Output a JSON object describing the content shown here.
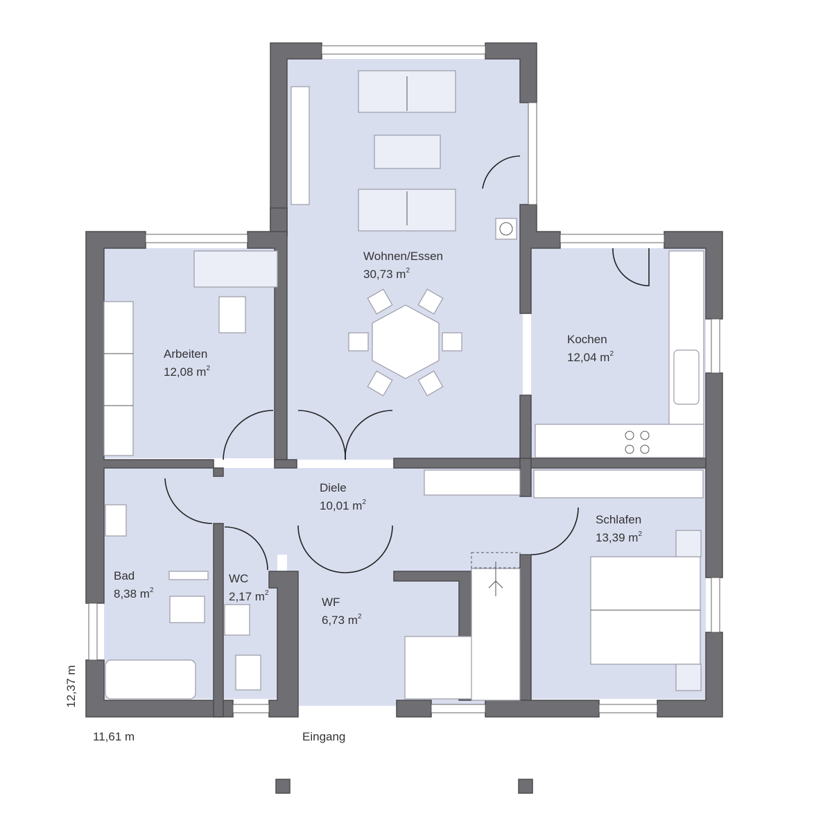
{
  "colors": {
    "floor": "#d9deef",
    "wall": "#6f6f73",
    "furniture": "#eceef7"
  },
  "rooms": [
    {
      "key": "wohnen",
      "label": "Wohnen/Essen",
      "area": "30,73 m",
      "unit_sup": "2"
    },
    {
      "key": "arbeiten",
      "label": "Arbeiten",
      "area": "12,08 m",
      "unit_sup": "2"
    },
    {
      "key": "kochen",
      "label": "Kochen",
      "area": "12,04 m",
      "unit_sup": "2"
    },
    {
      "key": "diele",
      "label": "Diele",
      "area": "10,01 m",
      "unit_sup": "2"
    },
    {
      "key": "schlafen",
      "label": "Schlafen",
      "area": "13,39 m",
      "unit_sup": "2"
    },
    {
      "key": "bad",
      "label": "Bad",
      "area": "8,38 m",
      "unit_sup": "2"
    },
    {
      "key": "wc",
      "label": "WC",
      "area": "2,17 m",
      "unit_sup": "2"
    },
    {
      "key": "wf",
      "label": "WF",
      "area": "6,73 m",
      "unit_sup": "2"
    }
  ],
  "dimensions": {
    "width": "11,61 m",
    "depth": "12,37 m"
  },
  "entrance_label": "Eingang"
}
